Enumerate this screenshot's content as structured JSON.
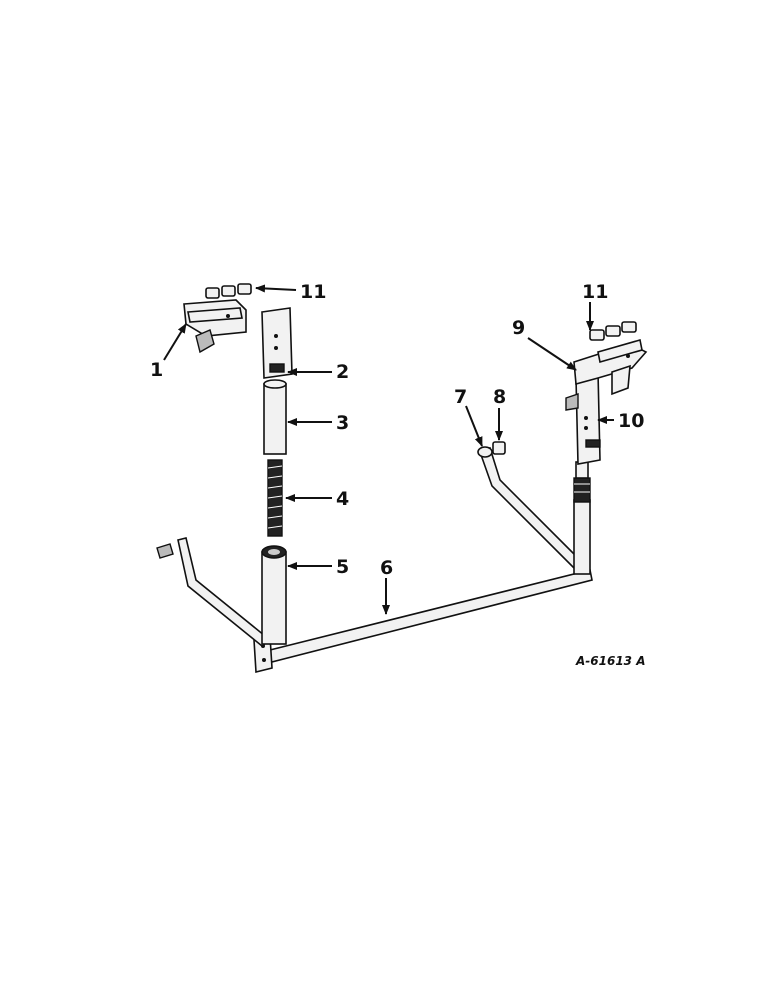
{
  "callouts": [
    {
      "id": "1",
      "label": "1"
    },
    {
      "id": "2",
      "label": "2"
    },
    {
      "id": "3",
      "label": "3"
    },
    {
      "id": "4",
      "label": "4"
    },
    {
      "id": "5",
      "label": "5"
    },
    {
      "id": "6",
      "label": "6"
    },
    {
      "id": "7",
      "label": "7"
    },
    {
      "id": "8",
      "label": "8"
    },
    {
      "id": "9",
      "label": "9"
    },
    {
      "id": "10",
      "label": "10"
    },
    {
      "id": "11a",
      "label": "11"
    },
    {
      "id": "11b",
      "label": "11"
    }
  ],
  "reference_code": "A-61613 A"
}
